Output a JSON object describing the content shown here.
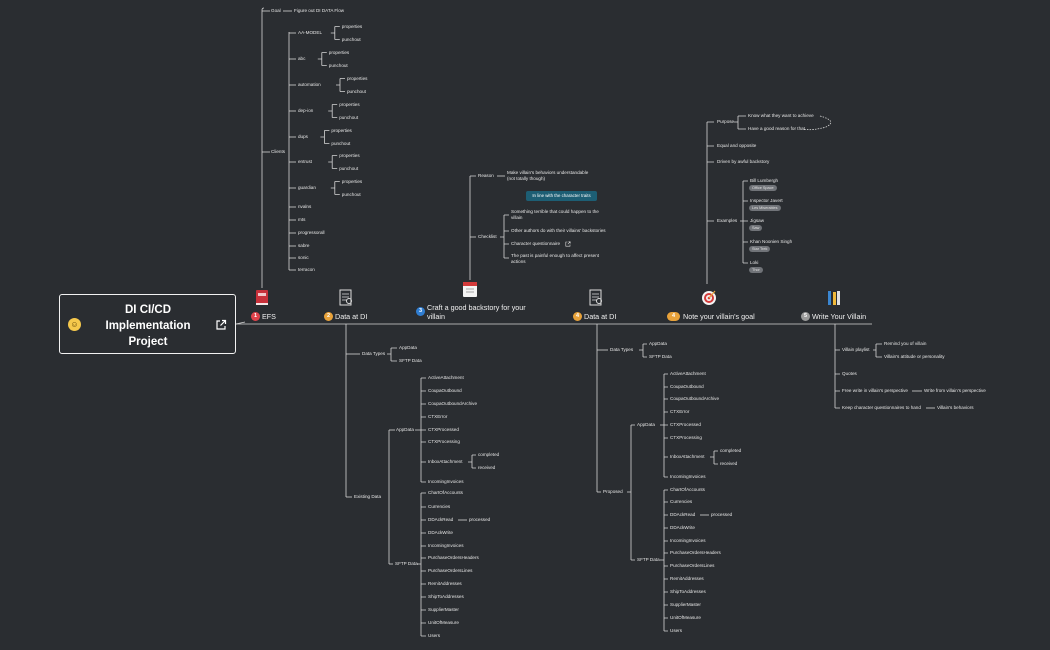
{
  "root": {
    "title": "DI CI/CD Implementation Project",
    "emoji_icon": "smiley-icon",
    "link_icon": "external-link-icon"
  },
  "main_topics": [
    {
      "number": "1",
      "label": "EFS",
      "icon": "book-icon",
      "color": "#e0434b"
    },
    {
      "number": "2",
      "label": "Data at DI",
      "icon": "document-icon",
      "color": "#e8a23a"
    },
    {
      "number": "3",
      "label": "Craft a good backstory for your villain",
      "icon": "calendar-icon",
      "color": "#2f7dd1"
    },
    {
      "number": "4",
      "label": "Data at DI",
      "icon": "document-icon",
      "color": "#e8a23a"
    },
    {
      "number": "4",
      "label": "Note your villain's goal",
      "icon": "target-icon",
      "color": "#e8a23a"
    },
    {
      "number": "5",
      "label": "Write Your Villain",
      "icon": "pencil-icon",
      "color": "#9a9a9a"
    }
  ],
  "efs": {
    "goal": {
      "label": "Goal",
      "child": "Figure out DI DATA Flow"
    },
    "clients": {
      "label": "Clients",
      "with_children": [
        {
          "name": "AA-MODEL",
          "children": [
            "properties",
            "punchout"
          ]
        },
        {
          "name": "abc",
          "children": [
            "properties",
            "punchout"
          ]
        },
        {
          "name": "automation",
          "children": [
            "properties",
            "punchout"
          ]
        },
        {
          "name": "dep-ion",
          "children": [
            "properties",
            "punchout"
          ]
        },
        {
          "name": "dups",
          "children": [
            "properties",
            "punchout"
          ]
        },
        {
          "name": "entrust",
          "children": [
            "properties",
            "punchout"
          ]
        },
        {
          "name": "guardian",
          "children": [
            "properties",
            "punchout"
          ]
        }
      ],
      "leaves": [
        "nvalns",
        "mts",
        "progressorall",
        "sabre",
        "sonic",
        "terracon"
      ]
    }
  },
  "data_left": {
    "data_types": {
      "label": "Data Types",
      "children": [
        "AppData",
        "SFTP Data"
      ]
    },
    "existing": {
      "label": "Existing Data",
      "appdata": {
        "label": "AppData",
        "items": [
          "ActiveAttachment",
          "CoupaOutbound",
          "CoupaOutboundArchive",
          "CTXError",
          "CTXProcessed",
          "CTXProcessing",
          "InboxAttachment",
          "IncomingInvoices"
        ],
        "inbox_children": [
          "completed",
          "received"
        ]
      },
      "sftp": {
        "label": "SFTP Data",
        "items": [
          "ChartOfAccounts",
          "Currencies",
          "DDAckRead",
          "DDAckWrite",
          "IncomingInvoices",
          "PurchaseOrdersHeaders",
          "PurchaseOrdersLines",
          "RemitAddresses",
          "ShipToAddresses",
          "SupplierMaster",
          "UnitOfMeasure",
          "Users"
        ],
        "ddackread_child": "processed"
      }
    }
  },
  "backstory": {
    "reason": {
      "label": "Reason",
      "child": "Make villain's behaviors understandable (not totally though)"
    },
    "callout": "In line with the character traits",
    "checklist": {
      "label": "Checklist",
      "items": [
        "Something terrible that could happen to the villain",
        "Other authors do with their villains' backstories",
        "Character questionnaire",
        "The past is painful enough to affect present actions"
      ]
    }
  },
  "data_right": {
    "data_types": {
      "label": "Data Types",
      "children": [
        "AppData",
        "SFTP Data"
      ]
    },
    "proposed": {
      "label": "Proposed",
      "appdata": {
        "label": "AppData",
        "items": [
          "ActiveAttachment",
          "CoupaOutbound",
          "CoupaOutboundArchive",
          "CTXError",
          "CTXProcessed",
          "CTXProcessing",
          "InboxAttachment",
          "IncomingInvoices"
        ],
        "inbox_children": [
          "completed",
          "received"
        ]
      },
      "sftp": {
        "label": "SFTP Data",
        "items": [
          "ChartOfAccounts",
          "Currencies",
          "DDAckRead",
          "DDAckWrite",
          "IncomingInvoices",
          "PurchaseOrdersHeaders",
          "PurchaseOrdersLines",
          "RemitAddresses",
          "ShipToAddresses",
          "SupplierMaster",
          "UnitOfMeasure",
          "Users"
        ],
        "ddackread_child": "processed"
      }
    }
  },
  "goal": {
    "purpose": {
      "label": "Purpose",
      "children": [
        "Know what they want to achieve",
        "Have a good reason for that"
      ]
    },
    "items": [
      "Equal and opposite",
      "Driven by awful backstory"
    ],
    "examples": {
      "label": "Examples",
      "list": [
        {
          "name": "Bill Lumbergh",
          "tag": "Office Space"
        },
        {
          "name": "Inspector Javert",
          "tag": "Les Miserables"
        },
        {
          "name": "Jigsaw",
          "tag": "Saw"
        },
        {
          "name": "Khan Noonien Singh",
          "tag": "Star Trek"
        },
        {
          "name": "Loki",
          "tag": "Thor"
        }
      ]
    }
  },
  "write": {
    "villain_playlist": {
      "label": "Villain playlist",
      "children": [
        "Remind you of villain",
        "Villain's attitude or personality"
      ]
    },
    "quotes": "Quotes",
    "free_write": {
      "label": "Free write in villain's perspective",
      "child": "Write from villain's perspective"
    },
    "questionnaire": {
      "label": "Keep character questionnaires to hand",
      "child": "Villain's behaviors"
    }
  }
}
